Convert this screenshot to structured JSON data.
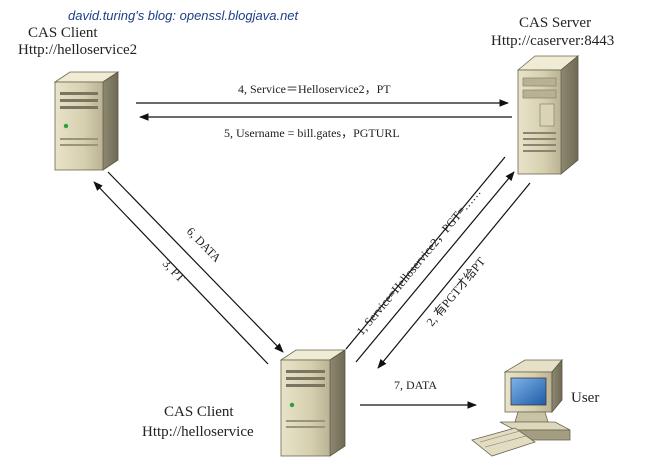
{
  "watermark": "david.turing's blog:  openssl.blogjava.net",
  "nodes": {
    "client2": {
      "title": "CAS Client",
      "url": "Http://helloservice2"
    },
    "server": {
      "title": "CAS Server",
      "url": "Http://caserver:8443"
    },
    "client": {
      "title": "CAS Client",
      "url": "Http://helloservice"
    },
    "user": {
      "title": "User"
    }
  },
  "edges": {
    "e4": "4, Service＝Helloservice2，PT",
    "e5": "5, Username = bill.gates，PGTURL",
    "e6": "6, DATA",
    "e3": "3, PT",
    "e1": "1, Service=Helloservice2，PGT=……",
    "e2": "2, 有PGT才给PT",
    "e7": "7, DATA"
  }
}
